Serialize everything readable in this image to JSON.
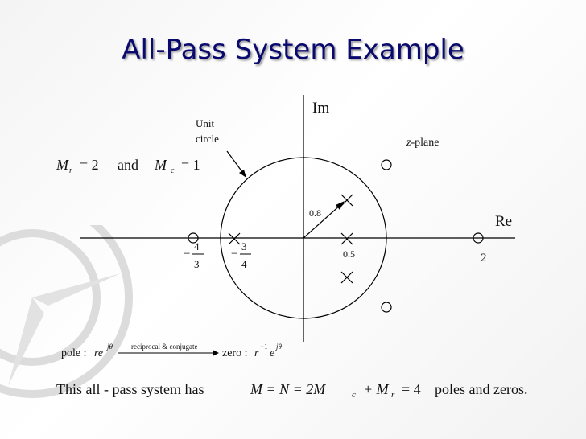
{
  "slide": {
    "title": "All-Pass System Example"
  },
  "axes": {
    "im_label": "Im",
    "re_label": "Re",
    "plane_label_var": "z",
    "plane_label_rest": "-plane"
  },
  "unit_circle_label": {
    "line1": "Unit",
    "line2": "circle"
  },
  "radius_label": "0.8",
  "real_marks": {
    "zero_pos": "2",
    "pole_pos": "0.5",
    "frac_a": {
      "sign": "−",
      "num": "4",
      "den": "3"
    },
    "frac_b": {
      "sign": "−",
      "num": "3",
      "den": "4"
    }
  },
  "counts": {
    "Mr_var": "M",
    "Mr_sub": "r",
    "Mr_eq": "= 2",
    "and": "and",
    "Mc_var": "M",
    "Mc_sub": "c",
    "Mc_eq": "= 1"
  },
  "mapping": {
    "pole_prefix": "pole :",
    "pole_r": "re",
    "pole_exp": "jθ",
    "arrow_label": "reciprocal & conjugate",
    "zero_prefix": "zero :",
    "zero_r": "r",
    "zero_r_exp": "−1",
    "zero_e": "e",
    "zero_exp": "jθ"
  },
  "summary": {
    "lead": "This all - pass  system has",
    "formula": "M = N = 2M",
    "formula_c": "c",
    "formula_mid": "+ M",
    "formula_r": "r",
    "formula_end": "= 4",
    "tail": "poles and zeros."
  }
}
